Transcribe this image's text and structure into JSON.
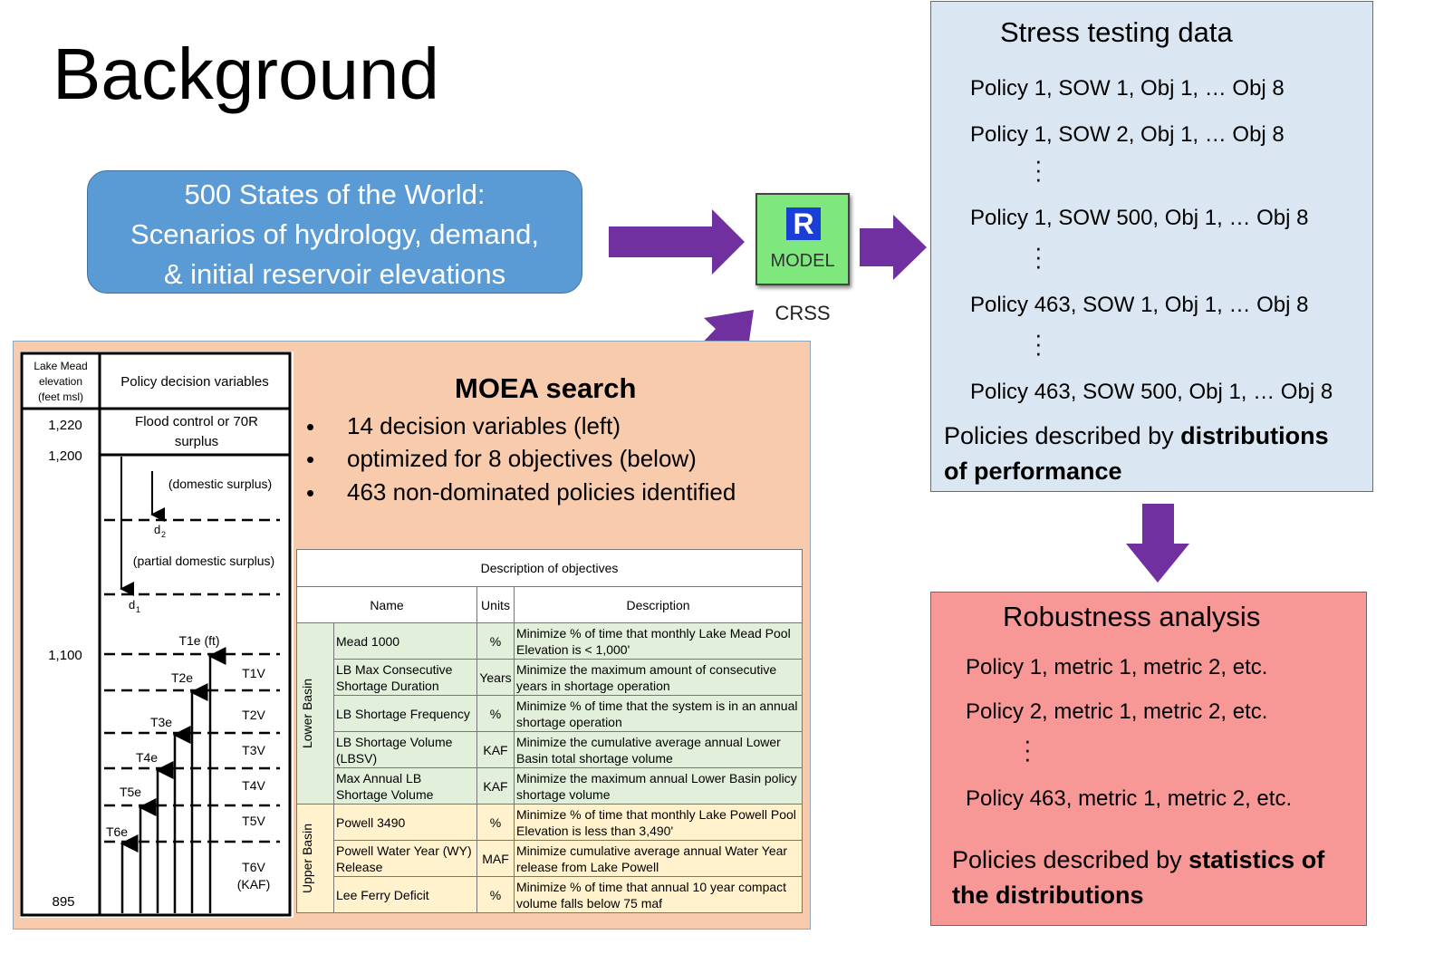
{
  "title": "Background",
  "sow_box": {
    "line1": "500 States of the World:",
    "line2": "Scenarios of hydrology, demand,",
    "line3": "& initial reservoir elevations"
  },
  "model": {
    "icon_letter": "R",
    "icon_text": "MODEL",
    "label": "CRSS"
  },
  "stress": {
    "title": "Stress testing data",
    "lines": [
      "Policy 1, SOW 1, Obj 1, … Obj 8",
      "Policy 1, SOW 2, Obj 1, … Obj 8",
      "Policy 1, SOW 500, Obj 1, … Obj 8",
      "Policy 463, SOW 1, Obj 1, … Obj 8",
      "Policy 463, SOW 500, Obj 1, … Obj 8"
    ],
    "summary_prefix": "Policies described by ",
    "summary_bold1": "distributions",
    "summary_bold2": "of performance"
  },
  "robust": {
    "title": "Robustness analysis",
    "lines": [
      "Policy 1, metric 1, metric 2, etc.",
      "Policy 2, metric 1, metric 2, etc.",
      "Policy 463, metric 1, metric 2, etc."
    ],
    "summary_prefix": "Policies described by ",
    "summary_bold1": "statistics of",
    "summary_bold2": "the distributions"
  },
  "moea": {
    "title": "MOEA search",
    "bullets": [
      "14 decision variables (left)",
      "optimized for 8 objectives (below)",
      "463 non-dominated policies identified"
    ]
  },
  "policy_diagram": {
    "col1_header": [
      "Lake Mead",
      "elevation",
      "(feet msl)"
    ],
    "col2_header": "Policy decision variables",
    "elevations": [
      "1,220",
      "1,200",
      "1,100",
      "895"
    ],
    "flood_label": [
      "Flood control or 70R",
      "surplus"
    ],
    "domestic_surplus": "(domestic surplus)",
    "partial_surplus": "(partial domestic surplus)",
    "d2": "d",
    "d2_sub": "2",
    "d1": "d",
    "d1_sub": "1",
    "tiers_e": [
      "T1e (ft)",
      "T2e",
      "T3e",
      "T4e",
      "T5e",
      "T6e"
    ],
    "tiers_v": [
      "T1V",
      "T2V",
      "T3V",
      "T4V",
      "T5V",
      "T6V",
      "(KAF)"
    ]
  },
  "objectives": {
    "caption": "Description of objectives",
    "headers": [
      "Name",
      "Units",
      "Description"
    ],
    "lower_label": "Lower Basin",
    "upper_label": "Upper Basin",
    "lower_rows": [
      {
        "name": "Mead 1000",
        "units": "%",
        "desc": "Minimize % of time that monthly Lake Mead Pool Elevation is < 1,000'"
      },
      {
        "name": "LB Max Consecutive Shortage Duration",
        "units": "Years",
        "desc": "Minimize the maximum amount of consecutive years in shortage operation"
      },
      {
        "name": "LB Shortage Frequency",
        "units": "%",
        "desc": "Minimize % of time that the system is in an annual shortage operation"
      },
      {
        "name": "LB Shortage Volume (LBSV)",
        "units": "KAF",
        "desc": "Minimize the cumulative average annual Lower Basin total shortage volume"
      },
      {
        "name": "Max Annual LB Shortage Volume",
        "units": "KAF",
        "desc": "Minimize the maximum annual Lower Basin policy shortage volume"
      }
    ],
    "upper_rows": [
      {
        "name": "Powell 3490",
        "units": "%",
        "desc": "Minimize % of time that monthly Lake Powell Pool Elevation is less than 3,490'"
      },
      {
        "name": "Powell Water Year (WY) Release",
        "units": "MAF",
        "desc": "Minimize cumulative average annual Water Year release from Lake Powell"
      },
      {
        "name": "Lee Ferry Deficit",
        "units": "%",
        "desc": "Minimize % of time that annual 10 year compact volume falls below 75 maf"
      }
    ]
  },
  "colors": {
    "sow_fill": "#5b9bd5",
    "arrow": "#7030a0",
    "stress_fill": "#dae7f3",
    "robust_fill": "#f79796",
    "moea_fill": "#f8cbad",
    "lower_fill": "#e2efda",
    "upper_fill": "#fff2cc",
    "model_fill": "#7ee87e"
  }
}
